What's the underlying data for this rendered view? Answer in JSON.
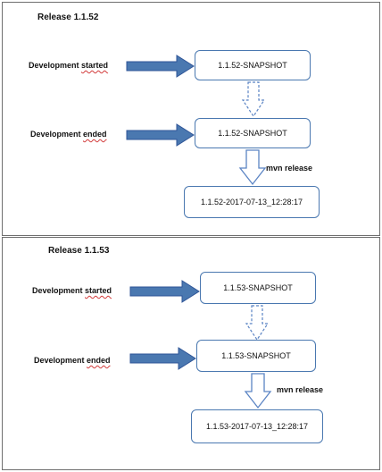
{
  "releases": [
    {
      "title": "Release 1.1.52",
      "started_words": [
        "Development",
        "started"
      ],
      "ended_words": [
        "Development",
        "ended"
      ],
      "snapshot_1": "1.1.52-SNAPSHOT",
      "snapshot_2": "1.1.52-SNAPSHOT",
      "mvn_label": "mvn release",
      "release_version": "1.1.52-2017-07-13_12:28:17"
    },
    {
      "title": "Release 1.1.53",
      "started_words": [
        "Development",
        "started"
      ],
      "ended_words": [
        "Development",
        "ended"
      ],
      "snapshot_1": "1.1.53-SNAPSHOT",
      "snapshot_2": "1.1.53-SNAPSHOT",
      "mvn_label": "mvn release",
      "release_version": "1.1.53-2017-07-13_12:28:17"
    }
  ],
  "colors": {
    "arrow_fill": "#4a78b0",
    "arrow_stroke": "#2f5597",
    "hollow_stroke": "#5b84c4",
    "box_border": "#4a78b0"
  }
}
